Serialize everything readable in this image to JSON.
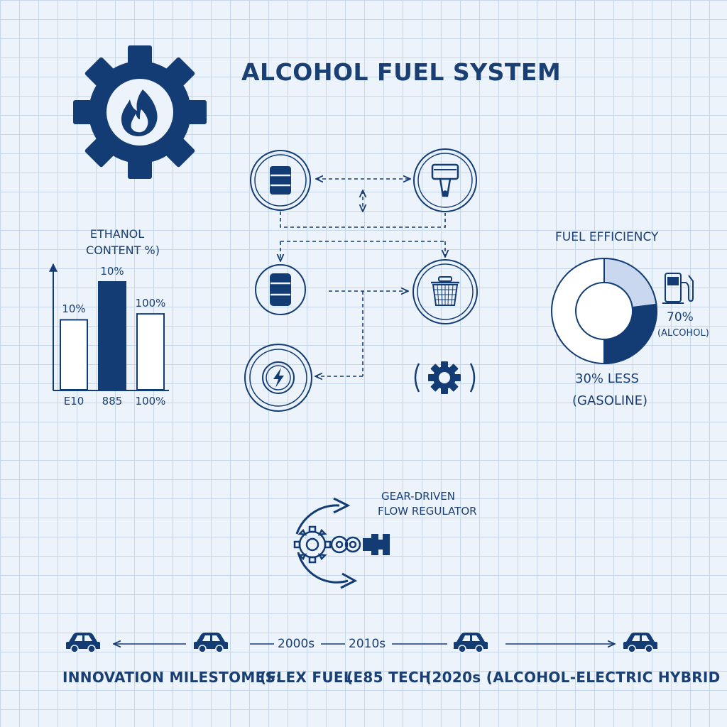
{
  "header": {
    "title": "ALCOHOL FUEL SYSTEM",
    "logo_icon": "gear-flame-icon"
  },
  "colors": {
    "navy": "#123c73",
    "grid": "#c5d6ea",
    "background": "#edf3fa",
    "light_blue": "#c9d8ee"
  },
  "chart_data": [
    {
      "type": "bar",
      "title_line1": "ETHANOL",
      "title_line2": "CONTENT %)",
      "categories": [
        "E10",
        "885",
        "100%"
      ],
      "value_labels": [
        "10%",
        "10%",
        "100%"
      ],
      "relative_heights": [
        0.59,
        0.91,
        0.64
      ],
      "highlighted": [
        false,
        true,
        false
      ]
    },
    {
      "type": "pie",
      "title": "FUEL EFFICIENCY",
      "slices": [
        {
          "label": "70%",
          "sublabel": "(ALCOHOL)",
          "value": 70
        },
        {
          "label": "30% LESS",
          "sublabel": "(GASOLINE)",
          "value": 30
        }
      ]
    }
  ],
  "flow": {
    "nodes": [
      {
        "icon": "fuel-barrel-icon"
      },
      {
        "icon": "piston-icon"
      },
      {
        "icon": "fuel-drum-icon"
      },
      {
        "icon": "fuel-filter-icon"
      },
      {
        "icon": "electric-pump-icon"
      },
      {
        "icon": "gear-icon"
      }
    ]
  },
  "regulator": {
    "label_line1": "GEAR-DRIVEN",
    "label_line2": "FLOW REGULATOR",
    "icon": "gear-regulator-icon"
  },
  "timeline": {
    "periods": [
      "2000s",
      "2010s"
    ],
    "car_icon": "car-icon",
    "milestones_label": "INNOVATION MILESTOMES:",
    "milestones": [
      "(FLEX FUEL",
      "(E85 TECH",
      "(2020s (ALCOHOL-ELECTRIC HYBRID"
    ]
  }
}
